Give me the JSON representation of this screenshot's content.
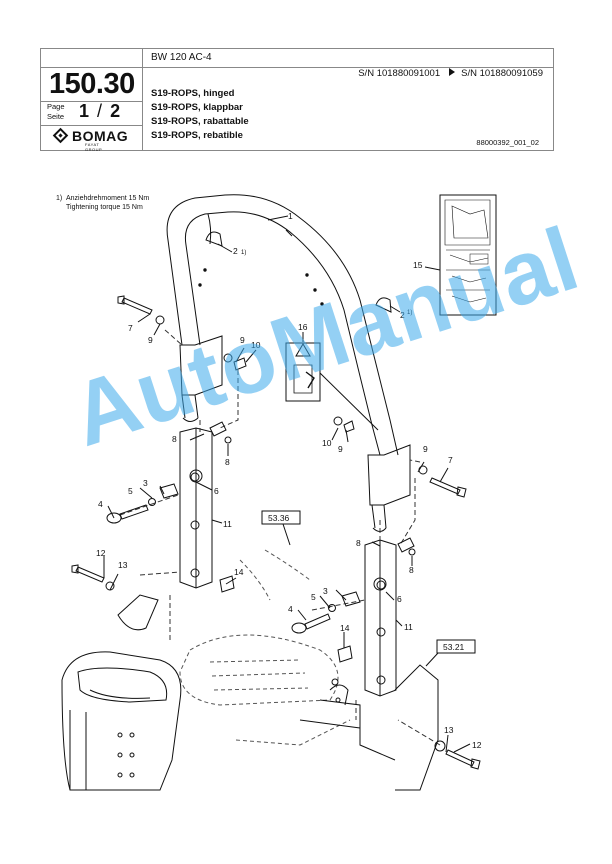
{
  "header": {
    "doc_number": "150.30",
    "page_label_en": "Page",
    "page_label_de": "Seite",
    "page": "1",
    "page_sep": "/",
    "page_total": "2",
    "brand": "BOMAG",
    "brand_sub": "FAYAT GROUP",
    "model": "BW 120 AC-4",
    "sn_from": "S/N 101880091001",
    "sn_to": "S/N 101880091059",
    "titles": [
      "S19-ROPS, hinged",
      "S19-ROPS, klappbar",
      "S19-ROPS, rabattable",
      "S19-ROPS, rebatible"
    ],
    "drawing_ref": "88000392_001_02"
  },
  "footnote": {
    "marker": "1)",
    "lines": [
      "Anziehdrehmoment 15 Nm",
      "Tightening torque 15 Nm"
    ]
  },
  "callouts": {
    "c1": "1",
    "c2a": "2",
    "c2a_note": "1)",
    "c2b": "2",
    "c2b_note": "1)",
    "c3a": "3",
    "c3b": "3",
    "c4a": "4",
    "c4b": "4",
    "c5a": "5",
    "c5b": "5",
    "c6a": "6",
    "c6b": "6",
    "c7a": "7",
    "c7b": "7",
    "c8a": "8",
    "c8b": "8",
    "c8c": "8",
    "c8d": "8",
    "c9a": "9",
    "c9b": "9",
    "c9c": "9",
    "c10a": "10",
    "c10b": "10",
    "c11a": "11",
    "c11b": "11",
    "c12a": "12",
    "c12b": "12",
    "c13a": "13",
    "c13b": "13",
    "c14a": "14",
    "c14b": "14",
    "c15": "15",
    "c16": "16"
  },
  "ref_boxes": {
    "ref_a": "53.36",
    "ref_b": "53.21"
  },
  "watermark": "AutoManual",
  "colors": {
    "watermark": "#3caaeb",
    "line": "#111111"
  }
}
